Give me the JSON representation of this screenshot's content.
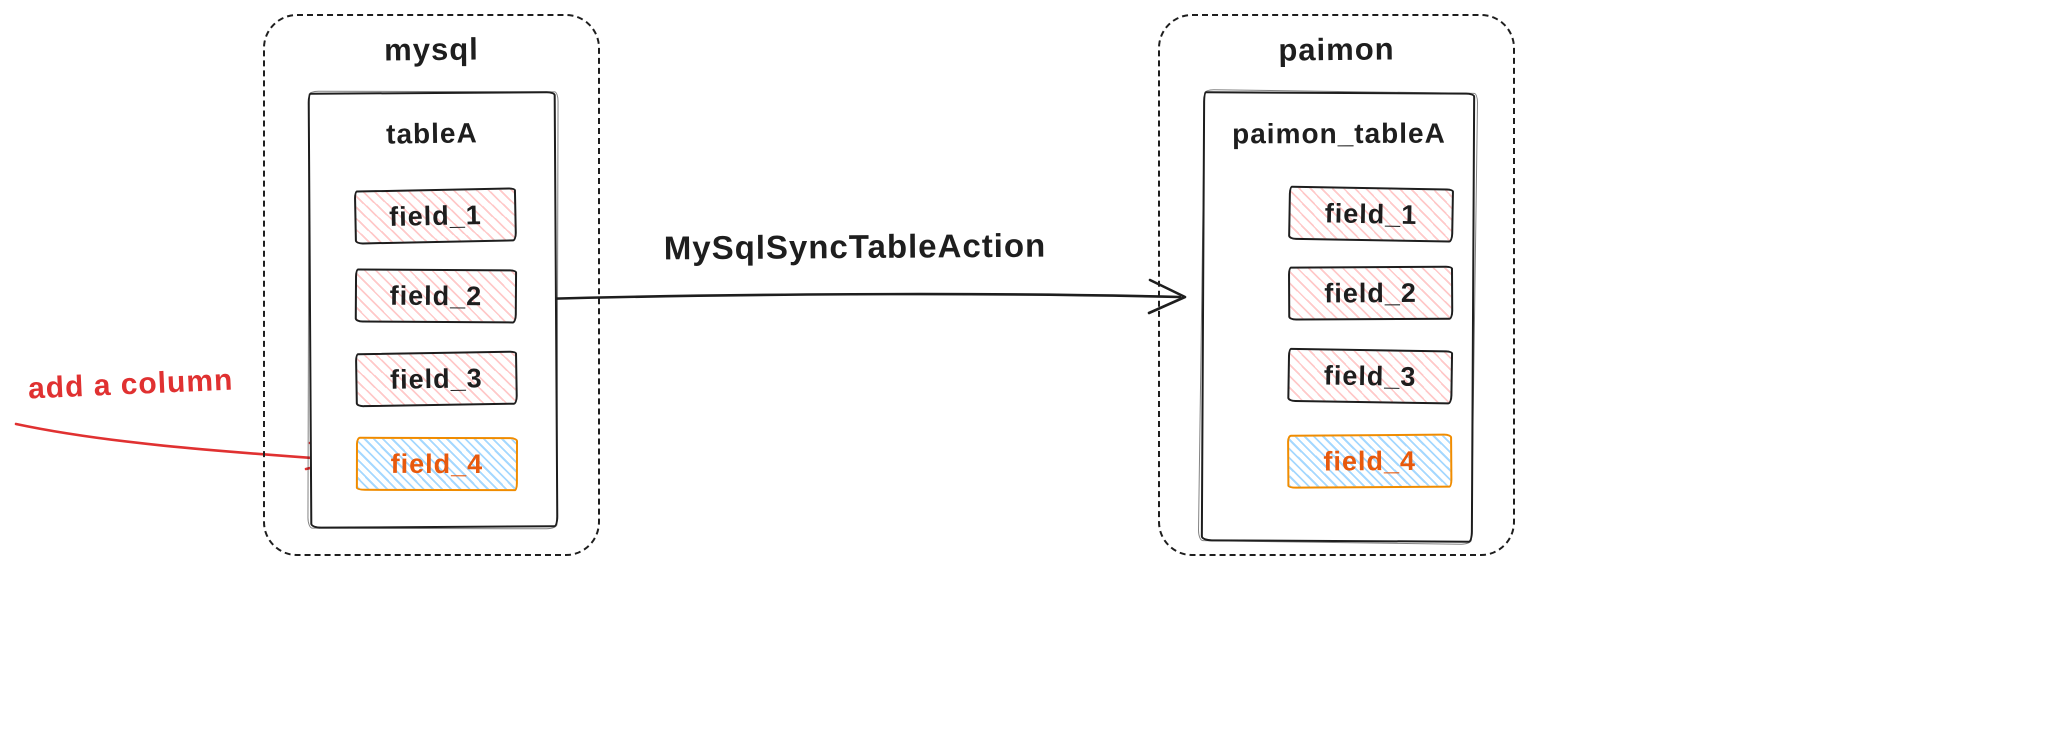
{
  "colors": {
    "ink": "#1e1e1e",
    "field_fill_pink": "#ffc9c9",
    "field_fill_blue": "#a5d8ff",
    "new_field_border": "#f08c00",
    "new_field_text": "#e8590c",
    "annotation_red": "#e03131"
  },
  "mysql": {
    "title": "mysql",
    "table": {
      "title": "tableA",
      "fields": [
        {
          "label": "field_1",
          "highlighted": false
        },
        {
          "label": "field_2",
          "highlighted": false
        },
        {
          "label": "field_3",
          "highlighted": false
        },
        {
          "label": "field_4",
          "highlighted": true
        }
      ]
    }
  },
  "paimon": {
    "title": "paimon",
    "table": {
      "title": "paimon_tableA",
      "fields": [
        {
          "label": "field_1",
          "highlighted": false
        },
        {
          "label": "field_2",
          "highlighted": false
        },
        {
          "label": "field_3",
          "highlighted": false
        },
        {
          "label": "field_4",
          "highlighted": true
        }
      ]
    }
  },
  "sync_arrow": {
    "label": "MySqlSyncTableAction"
  },
  "annotation": {
    "label": "add a column"
  }
}
